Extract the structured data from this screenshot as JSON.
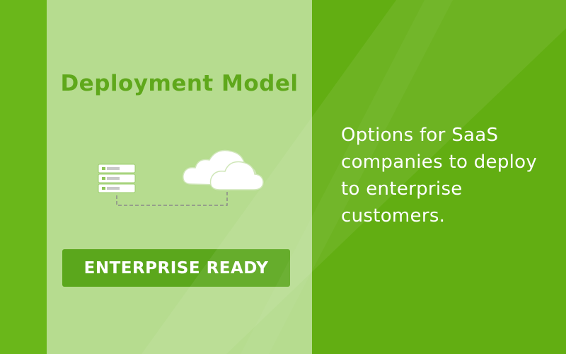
{
  "panel": {
    "title": "Deployment Model",
    "badge_label": "ENTERPRISE READY"
  },
  "description": {
    "lines": [
      "Options for SaaS",
      "companies to deploy",
      "to enterprise",
      "customers."
    ]
  },
  "icons": {
    "left": "server-rack-icon",
    "right": "cloud-icon",
    "connector": "dashed-connector"
  },
  "colors": {
    "background": "#62ae12",
    "left_stripe": "#6ab71a",
    "panel": "#b6dc8f",
    "accent_green": "#5ba71c",
    "text_on_green": "#ffffff"
  }
}
